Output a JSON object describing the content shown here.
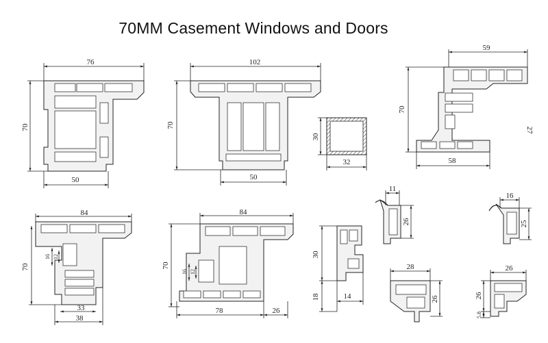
{
  "title": "70MM Casement Windows and Doors",
  "colors": {
    "line": "#222222",
    "profile_fill": "#f2f2f2",
    "chamber": "#ffffff"
  },
  "profiles": {
    "p1": {
      "top": "76",
      "side": "70",
      "bottom": "50"
    },
    "p2": {
      "top": "102",
      "side": "70",
      "bottom": "50"
    },
    "p3": {
      "side": "30",
      "bottom": "32"
    },
    "p4": {
      "top": "59",
      "side": "70",
      "right": "27",
      "bottom": "58"
    },
    "p5": {
      "top": "84",
      "side": "70",
      "inner_a": "16",
      "inner_b": "12",
      "bottom_a": "33",
      "bottom_b": "38"
    },
    "p6": {
      "top": "84",
      "side": "70",
      "inner_a": "16",
      "inner_b": "12",
      "bottom_a": "78",
      "bottom_b": "26"
    },
    "p7": {
      "side_a": "30",
      "side_b": "18",
      "bottom": "14"
    },
    "p8": {
      "top": "11",
      "side": "26"
    },
    "p9": {
      "top": "16",
      "side": "25"
    },
    "p10": {
      "top": "28",
      "side": "26"
    },
    "p11": {
      "top": "26",
      "side_a": "26",
      "side_b": "5.8"
    }
  }
}
